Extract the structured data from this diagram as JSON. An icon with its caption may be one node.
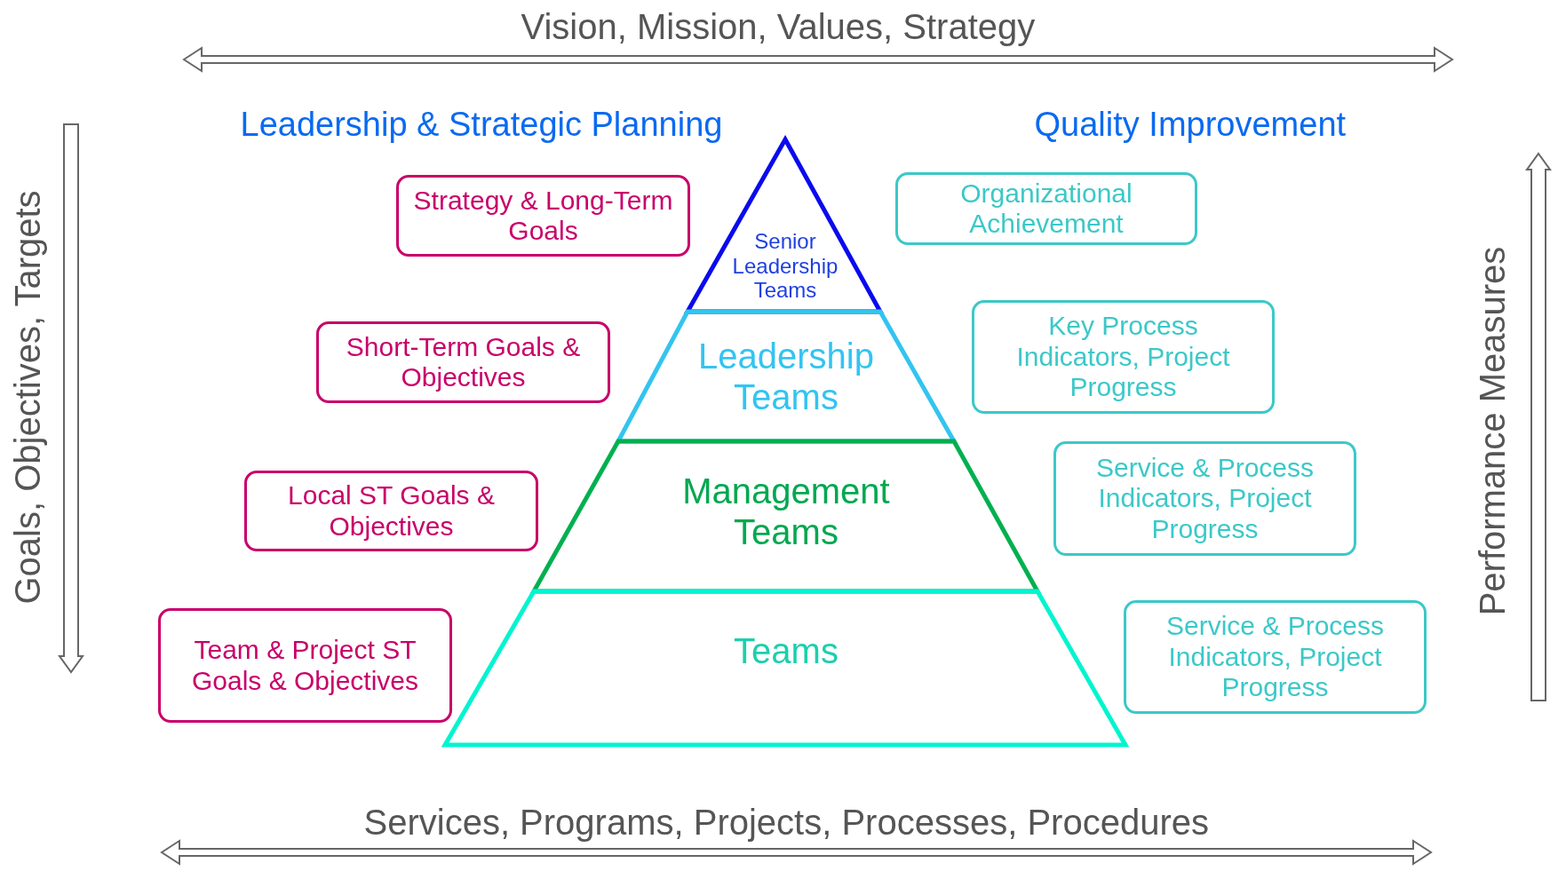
{
  "diagram": {
    "nodes": [
      {
        "text": [
          "Strategy & Long-Term Goals"
        ]
      },
      {
        "text": [
          "Senior Leadership Teams"
        ]
      },
      {
        "text": [
          "Organizational Achievement"
        ]
      },
      {
        "text": [
          "Short-Term Goals & Objectives"
        ]
      },
      {
        "text": [
          "Leadership Teams"
        ]
      },
      {
        "text": [
          "Key Process Indicators, Project Progress"
        ]
      },
      {
        "text": [
          "Local ST Goals & Objectives"
        ]
      },
      {
        "text": [
          "Management Teams"
        ]
      },
      {
        "text": [
          "Service & Process Indicators, Project Progress"
        ]
      },
      {
        "text": [
          "Team & Project ST Goals & Objectives"
        ]
      },
      {
        "text": [
          "Teams"
        ]
      },
      {
        "text": [
          "Service & Process Indicators, Project Progress"
        ]
      }
    ],
    "labels": [
      "Vision, Mission, Values, Strategy",
      "Leadership & Strategic Planning",
      "Quality Improvement",
      "Goals, Objectives, Targets",
      "Performance Measures",
      "Services, Programs, Projects, Processes, Procedures"
    ]
  }
}
